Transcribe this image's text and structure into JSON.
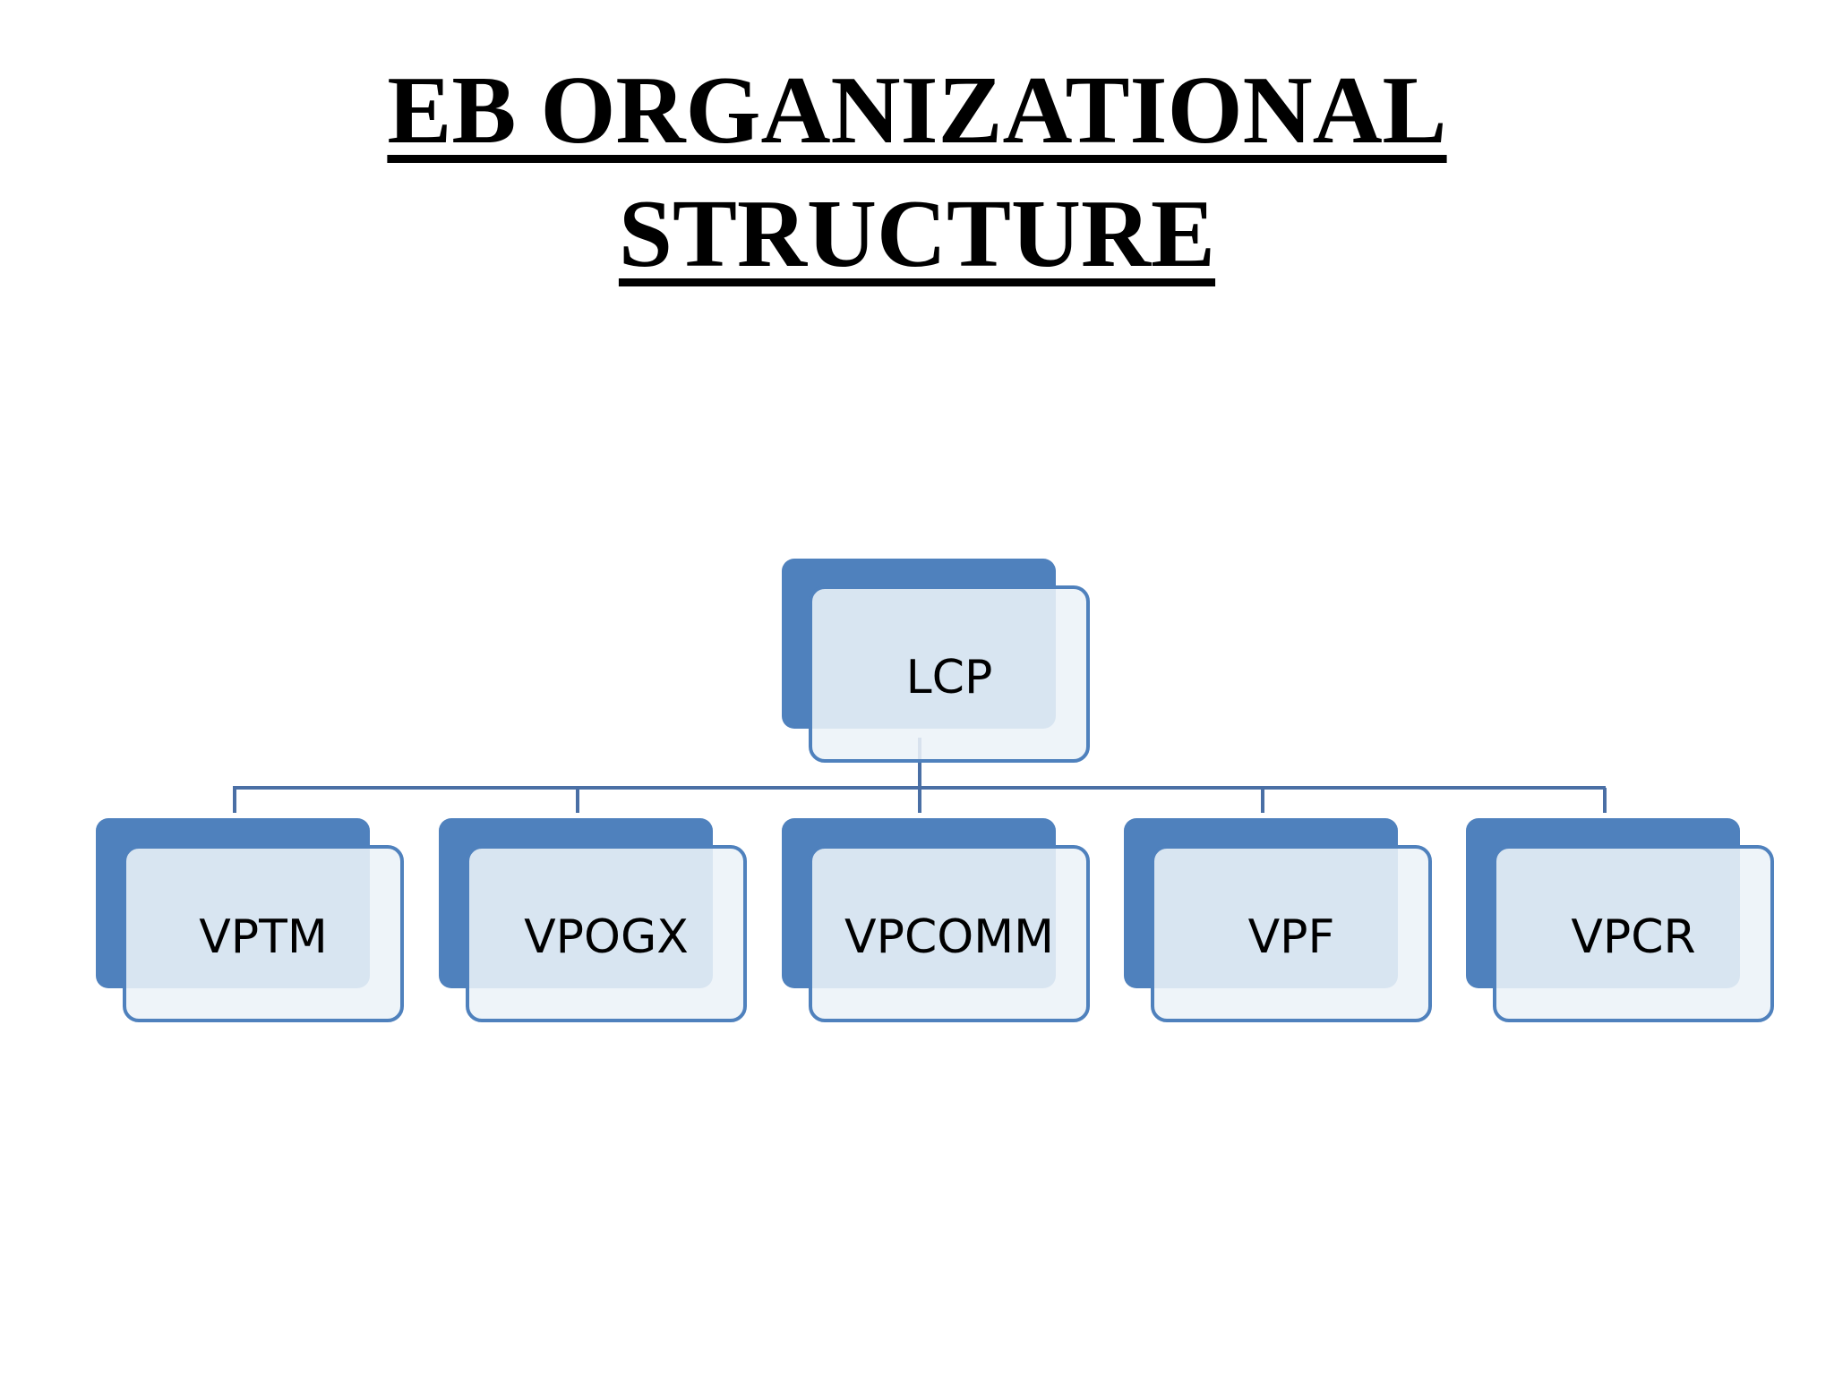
{
  "title": {
    "line1": "EB ORGANIZATIONAL",
    "line2": "STRUCTURE"
  },
  "colors": {
    "box_fill": "#4f81bd",
    "box_front": "#ecf2f8",
    "connector": "#4a6fa5"
  },
  "org_chart": {
    "root": {
      "label": "LCP"
    },
    "children": [
      {
        "label": "VPTM"
      },
      {
        "label": "VPOGX"
      },
      {
        "label": "VPCOMM"
      },
      {
        "label": "VPF"
      },
      {
        "label": "VPCR"
      }
    ]
  }
}
